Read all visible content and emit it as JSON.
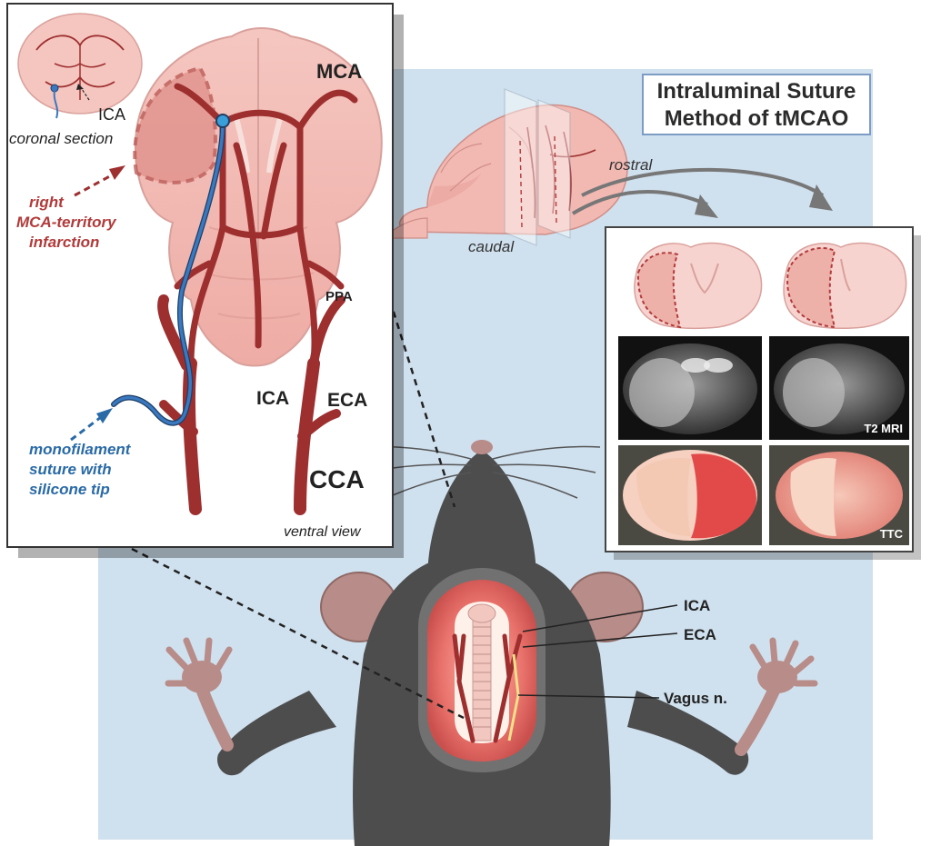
{
  "title": {
    "line1": "Intraluminal Suture",
    "line2": "Method of  tMCAO"
  },
  "inset": {
    "coronal_label": "coronal section",
    "coronal_ica": "ICA",
    "mca": "MCA",
    "infarct_line1": "right",
    "infarct_line2": "MCA-territory",
    "infarct_line3": "infarction",
    "ppa": "PPA",
    "ica": "ICA",
    "eca": "ECA",
    "cca": "CCA",
    "suture_line1": "monofilament",
    "suture_line2": "suture with",
    "suture_line3": "silicone tip",
    "view": "ventral view"
  },
  "orientation": {
    "rostral": "rostral",
    "caudal": "caudal"
  },
  "results": {
    "mri": "T2 MRI",
    "ttc": "TTC"
  },
  "mouse": {
    "ica": "ICA",
    "eca": "ECA",
    "vagus": "Vagus n."
  },
  "colors": {
    "background_panel": "#cfe0ee",
    "brain_pink": "#f3b9b3",
    "artery": "#9e2f2f",
    "suture": "#3a78c0",
    "infarct_label": "#b23a3a",
    "suture_label": "#2a6aa6",
    "mouse_fur": "#4d4d4d",
    "title_border": "#7c9cc4"
  }
}
